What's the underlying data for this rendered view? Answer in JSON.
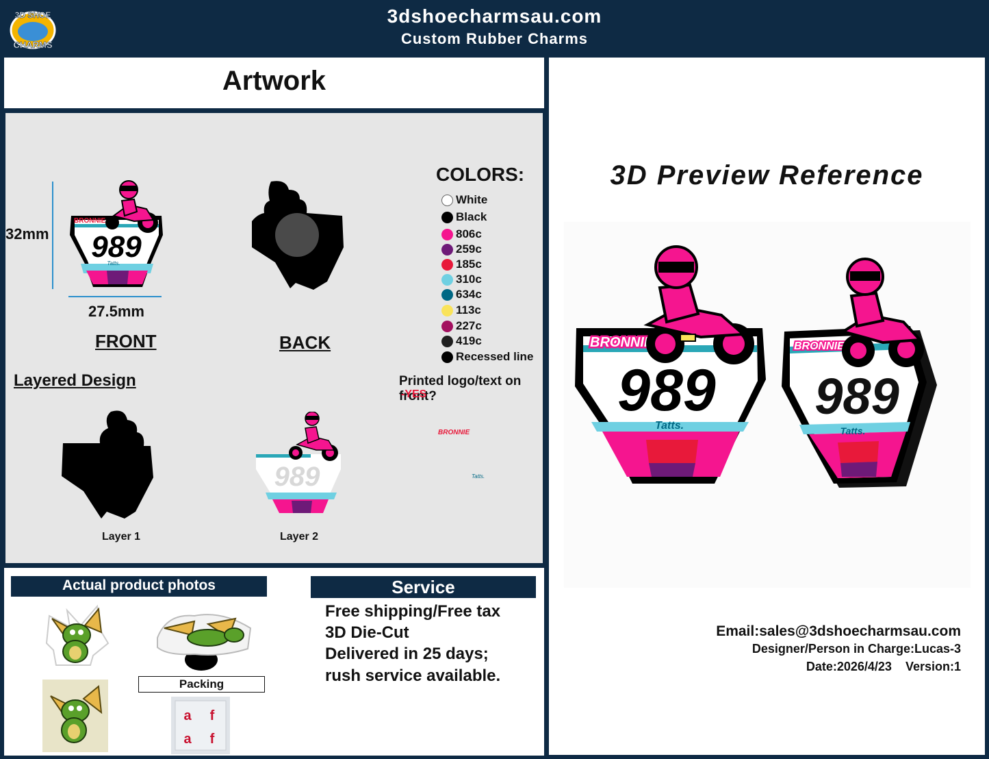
{
  "header": {
    "title": "3dshoecharmsau.com",
    "subtitle": "Custom Rubber Charms",
    "logo_text_top": "3D SHOE",
    "logo_text_bottom": "CHARMS"
  },
  "artwork": {
    "title": "Artwork",
    "height_dim": "32mm",
    "width_dim": "27.5mm",
    "front_label": "FRONT",
    "back_label": "BACK",
    "layered_label": "Layered Design",
    "layer1_label": "Layer 1",
    "layer2_label": "Layer 2",
    "charm_name": "BRONNIE",
    "charm_number": "989",
    "charm_sponsor": "Tatts."
  },
  "colors": {
    "heading": "COLORS:",
    "items": [
      {
        "name": "White",
        "hex": "#ffffff"
      },
      {
        "name": "Black",
        "hex": "#000000"
      },
      {
        "name": "806c",
        "hex": "#f5158f"
      },
      {
        "name": "259c",
        "hex": "#6e1a78"
      },
      {
        "name": "185c",
        "hex": "#e8193a"
      },
      {
        "name": "310c",
        "hex": "#6fd0e2"
      },
      {
        "name": "634c",
        "hex": "#006884"
      },
      {
        "name": "113c",
        "hex": "#f9e35a"
      },
      {
        "name": "227c",
        "hex": "#a3105f"
      },
      {
        "name": "419c",
        "hex": "#1f1f1f"
      },
      {
        "name": "Recessed  line",
        "hex": "#000000"
      }
    ]
  },
  "printed": {
    "question": "Printed logo/text on front?",
    "answer": "-YES",
    "sample1": "BRONNIE",
    "sample2": "Tatts."
  },
  "photos": {
    "heading": "Actual product photos",
    "packing_label": "Packing"
  },
  "service": {
    "heading": "Service",
    "lines": [
      "Free shipping/Free tax",
      "3D Die-Cut",
      "Delivered in 25 days;",
      "rush service available."
    ]
  },
  "preview": {
    "title": "3D Preview Reference"
  },
  "info": {
    "email": "Email:sales@3dshoecharmsau.com",
    "designer": "Designer/Person in Charge:Lucas-3",
    "date": "Date:2026/4/23",
    "version": "Version:1"
  },
  "palette": {
    "navy": "#0e2a44",
    "pink": "#f5158f",
    "teal": "#2aa7b7"
  }
}
